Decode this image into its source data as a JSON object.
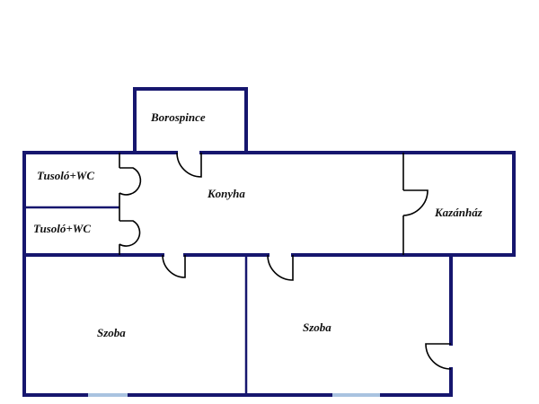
{
  "plan": {
    "rooms": {
      "borospince": "Borospince",
      "tusolo_1": "Tusoló+WC",
      "tusolo_2": "Tusoló+WC",
      "konyha": "Konyha",
      "kazanhaz": "Kazánház",
      "szoba_left": "Szoba",
      "szoba_right": "Szoba"
    },
    "colors": {
      "wall": "#16166e",
      "window": "#a9c3e0"
    }
  }
}
